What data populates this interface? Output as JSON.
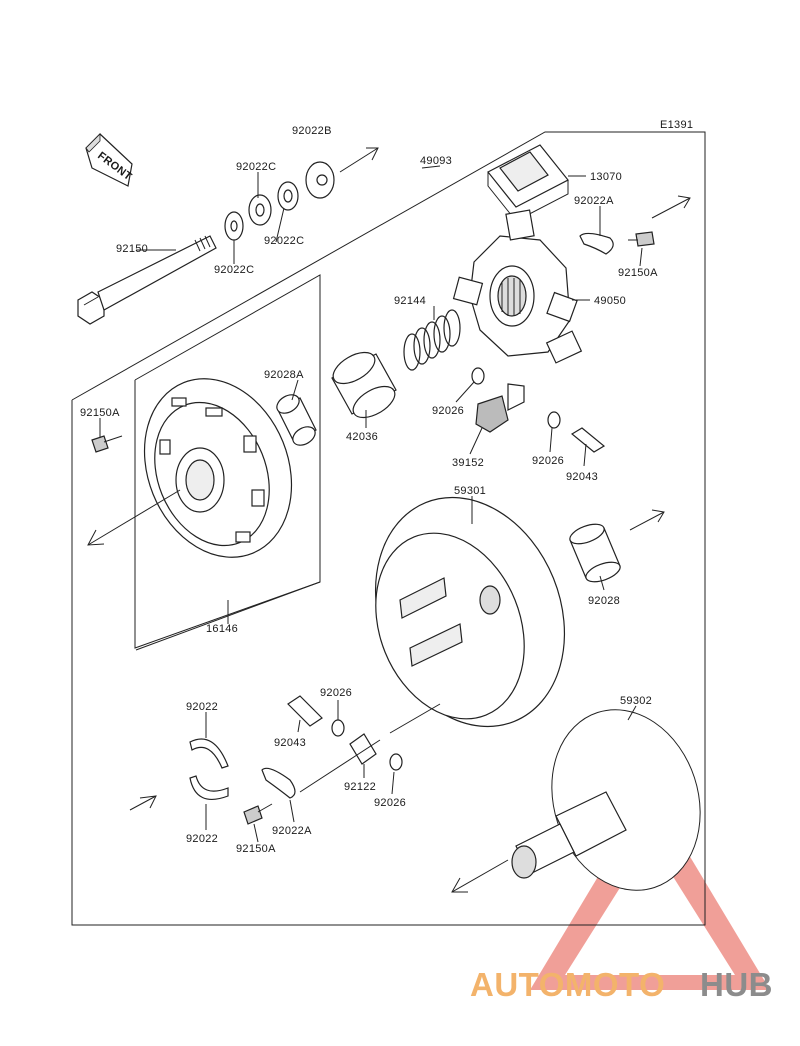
{
  "diagram_code": "E1391",
  "front_arrow_label": "FRONT",
  "labels": {
    "p92022B": "92022B",
    "p92022C_top": "92022C",
    "p92022C_mid": "92022C",
    "p92022C_low": "92022C",
    "p49093": "49093",
    "p13070": "13070",
    "p92022A_top": "92022A",
    "p92150A_right": "92150A",
    "p92150": "92150",
    "p49050": "49050",
    "p92144": "92144",
    "p92028A": "92028A",
    "p92150A_left": "92150A",
    "p92026_a": "92026",
    "p42036": "42036",
    "p39152": "39152",
    "p92026_b": "92026",
    "p92043_top": "92043",
    "p59301": "59301",
    "p92028": "92028",
    "p16146": "16146",
    "p59302": "59302",
    "p92022_top": "92022",
    "p92026_c": "92026",
    "p92043_low": "92043",
    "p92122": "92122",
    "p92026_d": "92026",
    "p92022_low": "92022",
    "p92022A_low": "92022A",
    "p92150A_low": "92150A"
  },
  "watermark": {
    "part1": "AUTOMOTO",
    "part2": "HUB",
    "color_orange": "#f3b36b",
    "color_red": "#ea6a5f",
    "color_gray": "#8c8c8c"
  }
}
